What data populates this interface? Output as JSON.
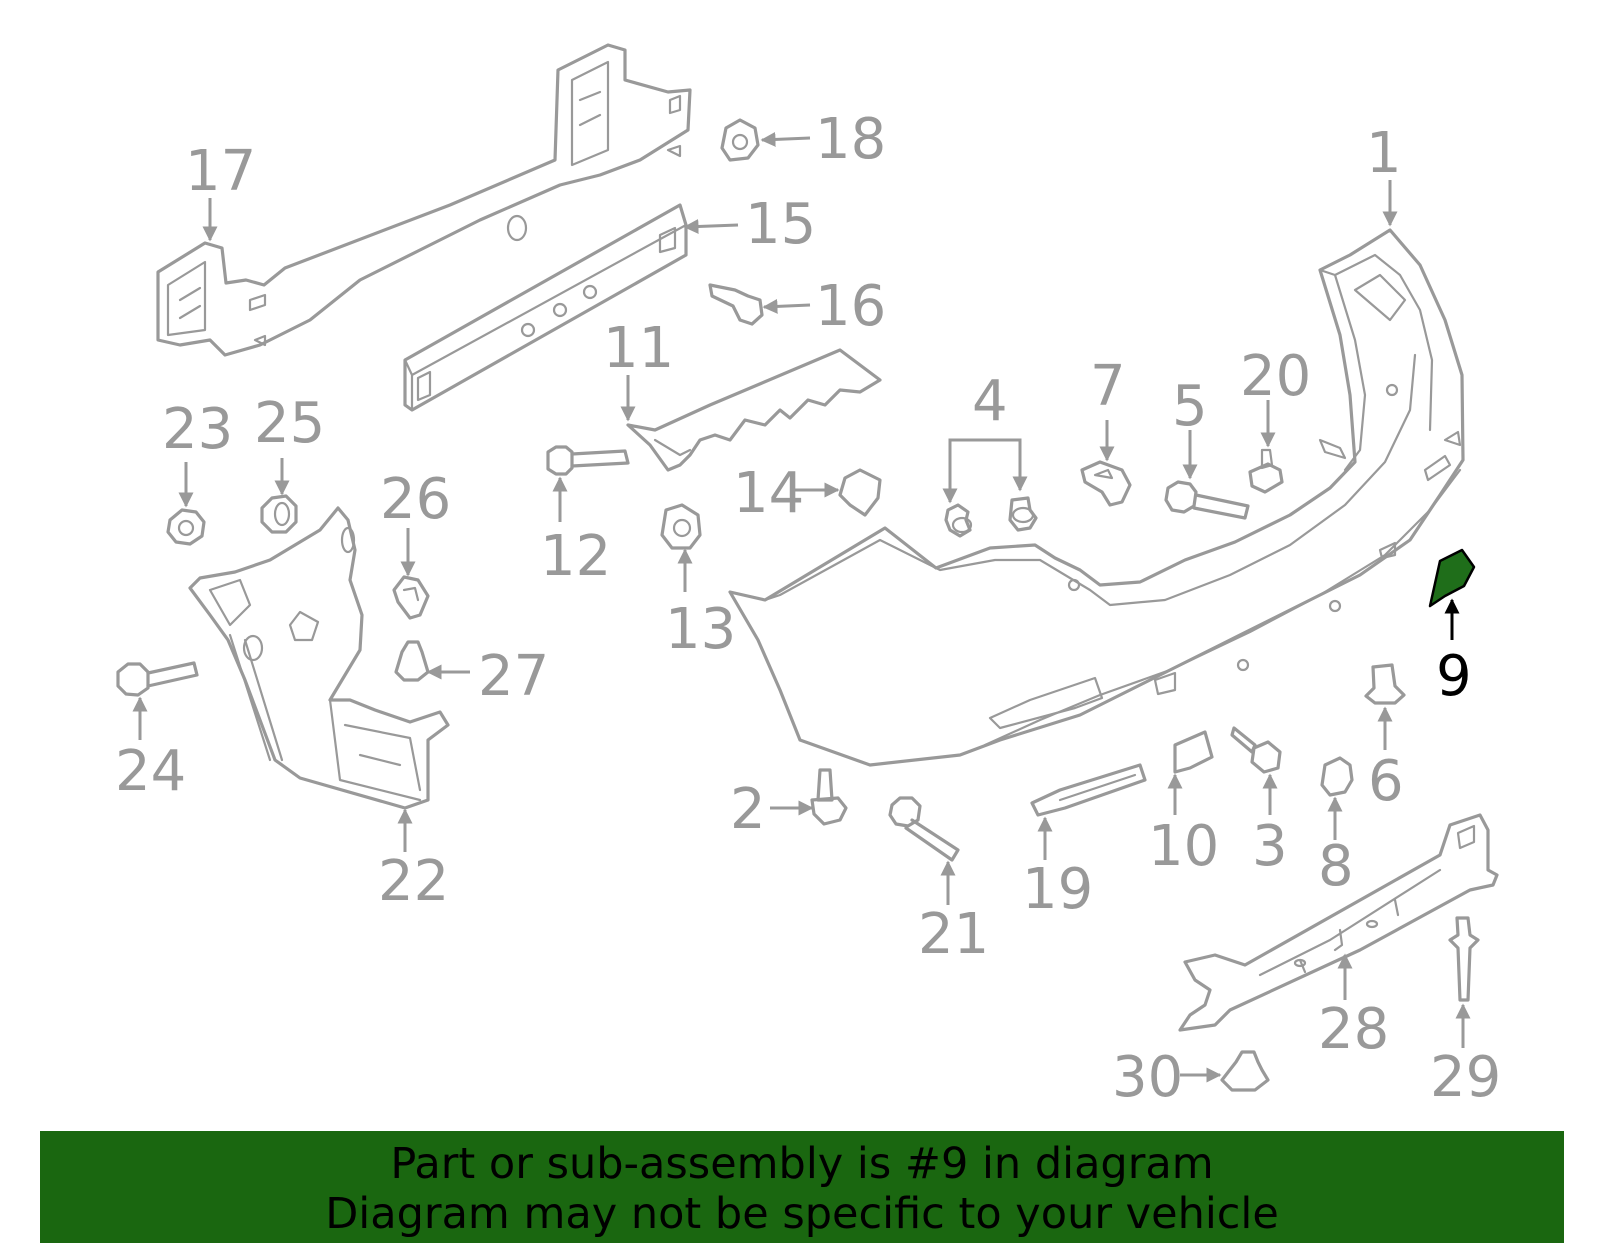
{
  "diagram": {
    "highlight_color": "#1f6e1a",
    "line_color": "#999999",
    "highlighted_callout": "9",
    "callouts": {
      "c1": "1",
      "c2": "2",
      "c3": "3",
      "c4": "4",
      "c5": "5",
      "c6": "6",
      "c7": "7",
      "c8": "8",
      "c9": "9",
      "c10": "10",
      "c11": "11",
      "c12": "12",
      "c13": "13",
      "c14": "14",
      "c15": "15",
      "c16": "16",
      "c17": "17",
      "c18": "18",
      "c19": "19",
      "c20": "20",
      "c21": "21",
      "c22": "22",
      "c23": "23",
      "c24": "24",
      "c25": "25",
      "c26": "26",
      "c27": "27",
      "c28": "28",
      "c29": "29",
      "c30": "30"
    }
  },
  "footer": {
    "background": "#1a6710",
    "line1": "Part or sub-assembly is #9 in diagram",
    "line2": "Diagram may not be specific to your vehicle"
  }
}
